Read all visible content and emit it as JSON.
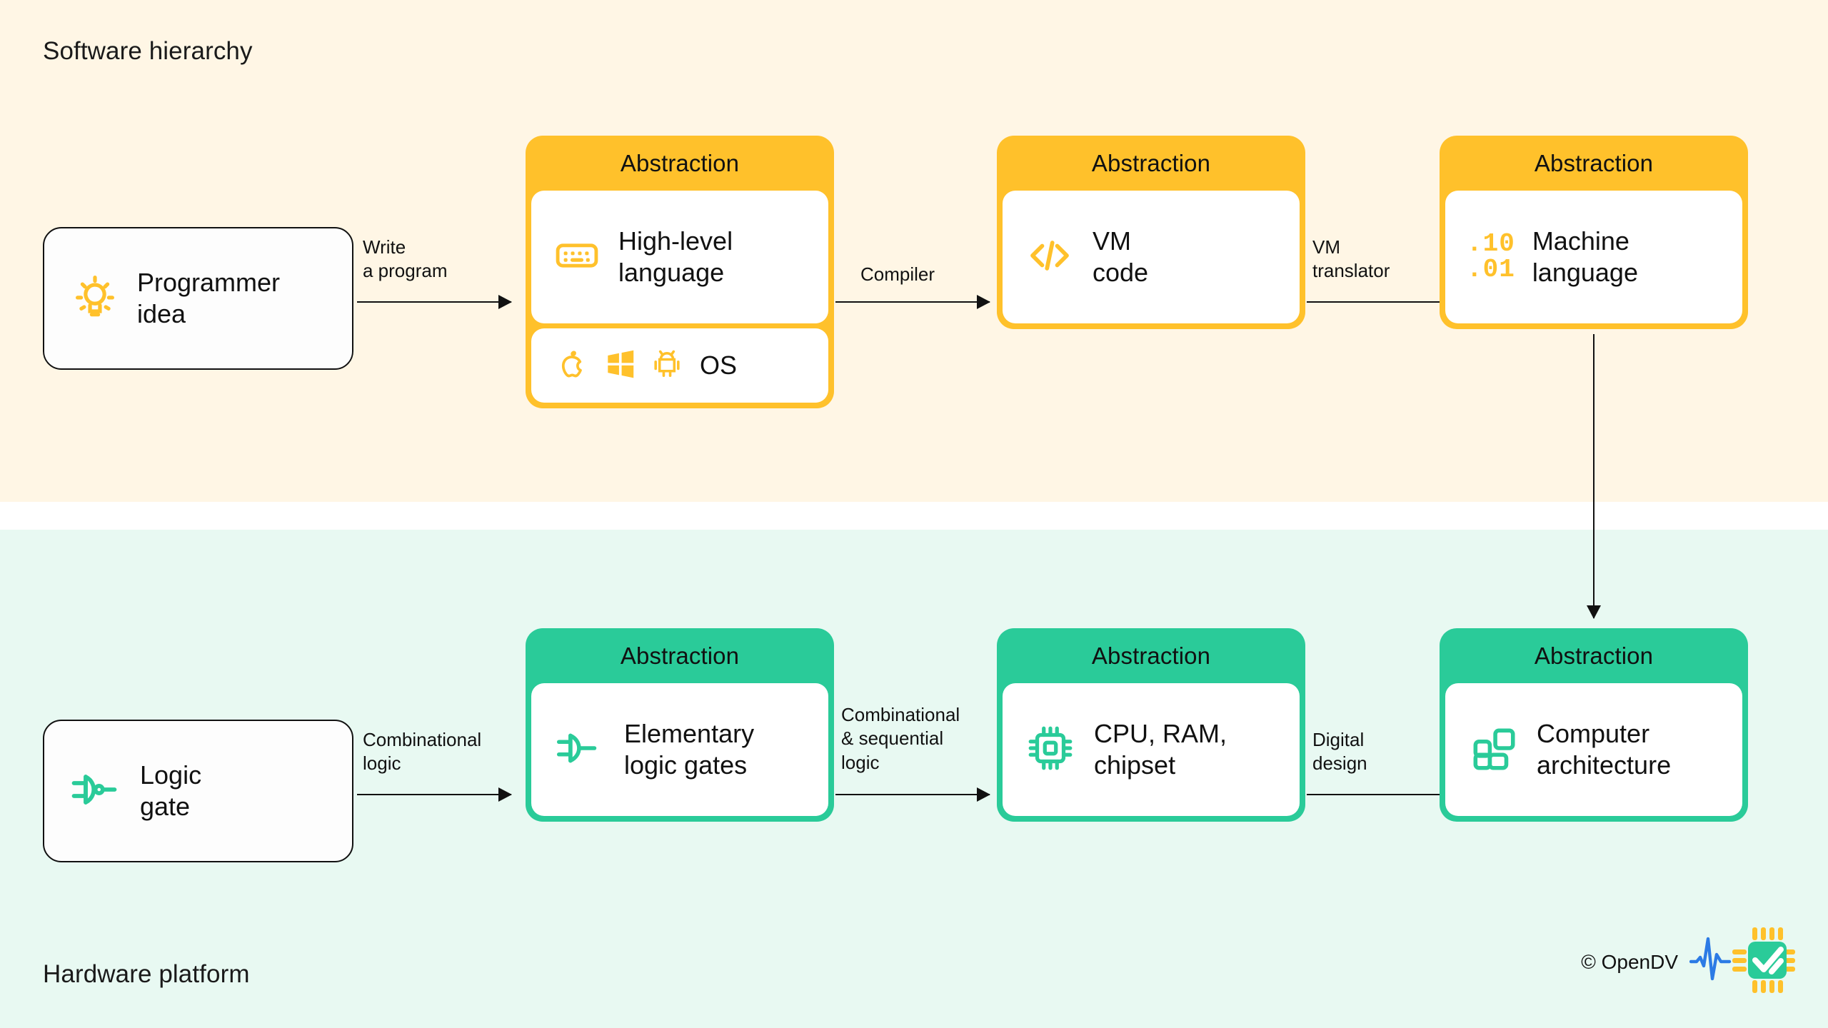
{
  "bands": {
    "software": {
      "title": "Software hierarchy",
      "accent": "#FFC12B",
      "background": "#FFF6E5"
    },
    "hardware": {
      "title": "Hardware platform",
      "accent": "#2ACB99",
      "background": "#E8F9F2"
    }
  },
  "abstraction_label": "Abstraction",
  "software_row": {
    "start_node": {
      "icon": "lightbulb-icon",
      "label": "Programmer\nidea"
    },
    "cards": [
      {
        "header": "Abstraction",
        "primary": {
          "icon": "keyboard-icon",
          "label": "High-level\nlanguage"
        },
        "secondary": {
          "icons": [
            "apple-icon",
            "windows-icon",
            "android-icon"
          ],
          "label": "OS"
        }
      },
      {
        "header": "Abstraction",
        "primary": {
          "icon": "code-brackets-icon",
          "label": "VM\ncode"
        }
      },
      {
        "header": "Abstraction",
        "primary": {
          "icon": "binary-icon",
          "label": "Machine\nlanguage",
          "icon_text_top": ".10",
          "icon_text_bottom": ".01"
        }
      }
    ],
    "arrows": [
      {
        "label": "Write\na program"
      },
      {
        "label": "Compiler"
      },
      {
        "label": "VM\ntranslator"
      }
    ]
  },
  "hardware_row": {
    "start_node": {
      "icon": "logic-gate-icon",
      "label": "Logic\ngate"
    },
    "cards": [
      {
        "header": "Abstraction",
        "primary": {
          "icon": "logic-gate-icon",
          "label": "Elementary\nlogic gates"
        }
      },
      {
        "header": "Abstraction",
        "primary": {
          "icon": "cpu-chip-icon",
          "label": "CPU, RAM,\nchipset"
        }
      },
      {
        "header": "Abstraction",
        "primary": {
          "icon": "building-blocks-icon",
          "label": "Computer\narchitecture"
        }
      }
    ],
    "arrows": [
      {
        "label": "Combinational\nlogic"
      },
      {
        "label": "Combinational\n& sequential\nlogic"
      },
      {
        "label": "Digital\ndesign"
      }
    ]
  },
  "cross_arrow": {
    "from": "machine-language",
    "to": "computer-architecture",
    "label": ""
  },
  "footer": {
    "copyright": "© OpenDV",
    "logo": {
      "waveform_color": "#2C7BE5",
      "pin_color": "#FFC12B",
      "chip_color": "#2ACB99",
      "check_color": "#FFFFFF",
      "name": "opendv-logo"
    }
  }
}
